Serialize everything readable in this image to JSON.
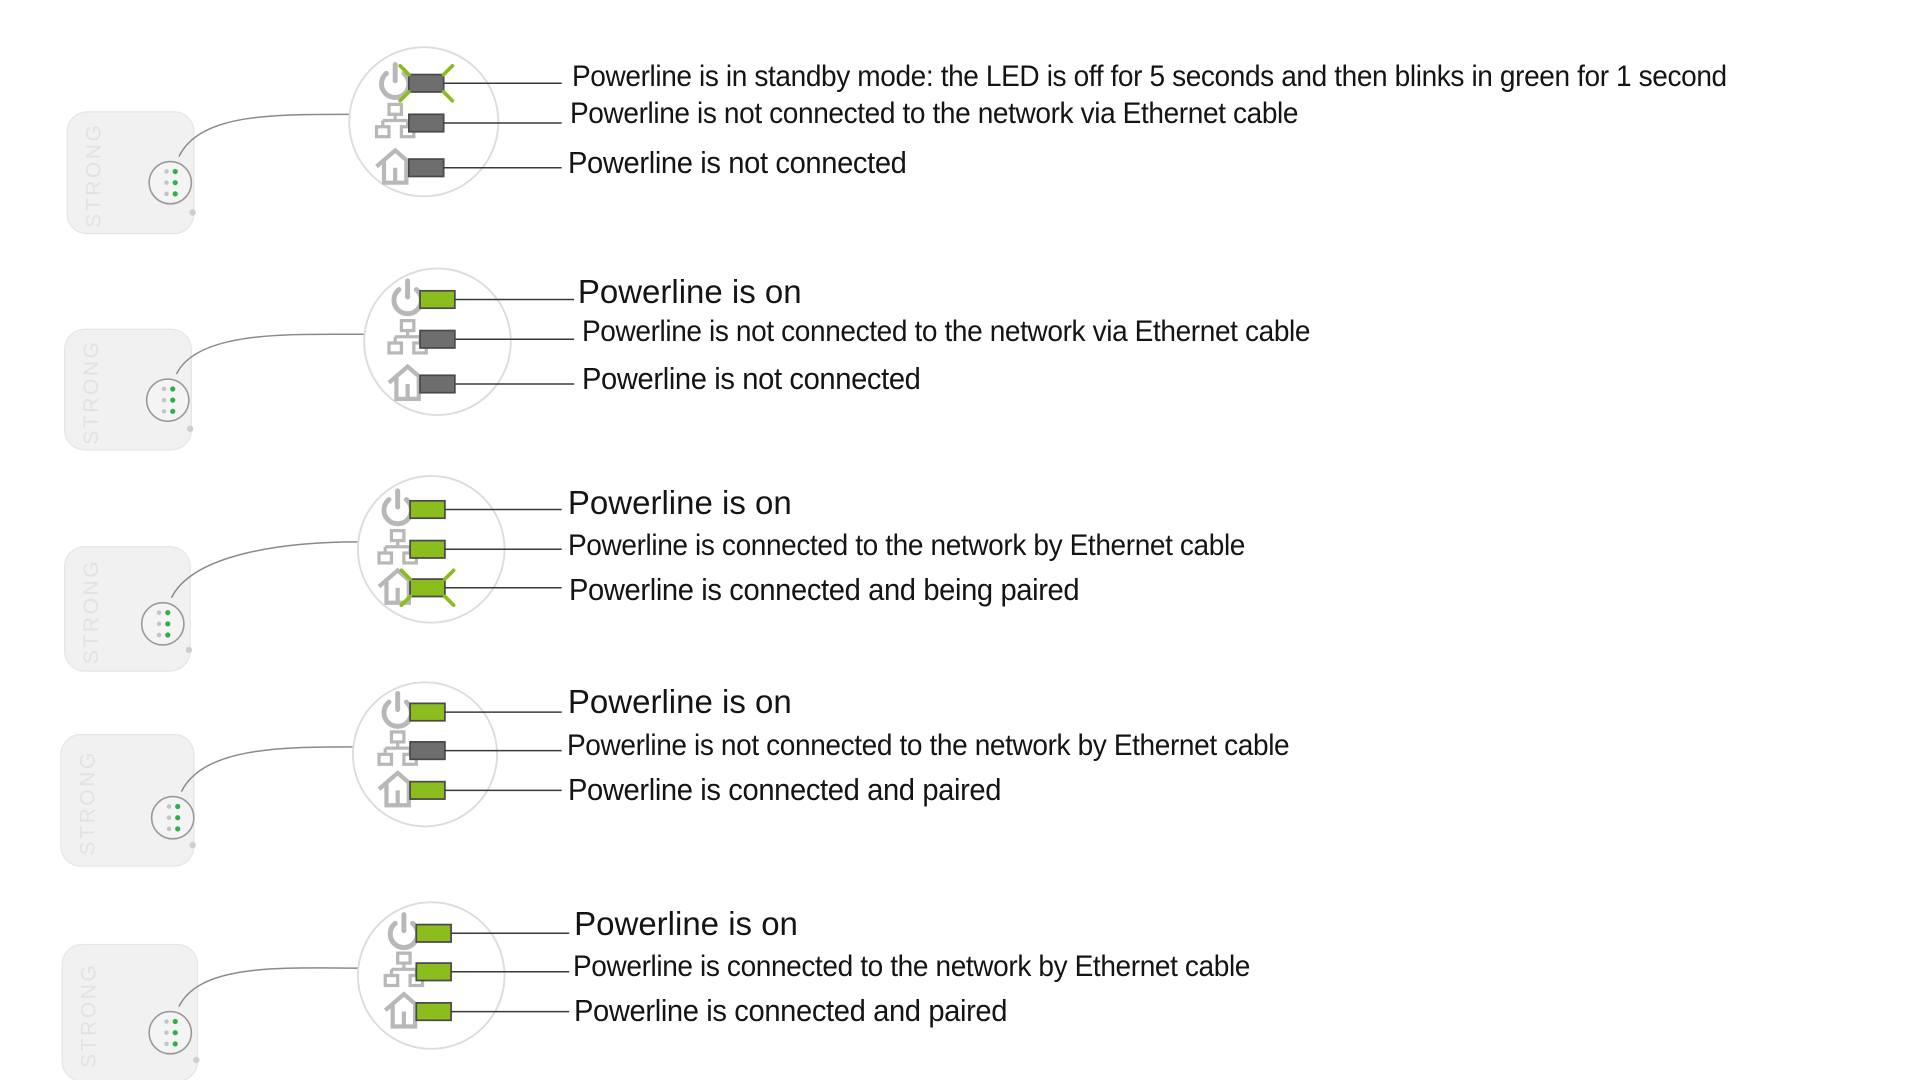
{
  "brand_watermark": "STRONG",
  "colors": {
    "led_on": "#8cbd1e",
    "led_off": "#6e6e6e",
    "icon_gray": "#b8b8b8",
    "circle_stroke": "#dcdcdc",
    "leader_line": "#8a8a8a",
    "device_body": "#f1f1f1",
    "status_dot": "#2fb04a",
    "text": "#141414"
  },
  "icons": [
    "power-icon",
    "network-icon",
    "home-icon"
  ],
  "rows": [
    {
      "leds": [
        {
          "icon": "power-icon",
          "state": "off",
          "blinking": true,
          "label": "Powerline is in standby mode: the LED is off for 5 seconds and then blinks in green for 1 second"
        },
        {
          "icon": "network-icon",
          "state": "off",
          "blinking": false,
          "label": "Powerline is not connected to the network via Ethernet cable"
        },
        {
          "icon": "home-icon",
          "state": "off",
          "blinking": false,
          "label": "Powerline is not connected"
        }
      ]
    },
    {
      "leds": [
        {
          "icon": "power-icon",
          "state": "on",
          "blinking": false,
          "label": "Powerline is on"
        },
        {
          "icon": "network-icon",
          "state": "off",
          "blinking": false,
          "label": "Powerline is not connected to the network via Ethernet cable"
        },
        {
          "icon": "home-icon",
          "state": "off",
          "blinking": false,
          "label": "Powerline is not connected"
        }
      ]
    },
    {
      "leds": [
        {
          "icon": "power-icon",
          "state": "on",
          "blinking": false,
          "label": "Powerline is on"
        },
        {
          "icon": "network-icon",
          "state": "on",
          "blinking": false,
          "label": "Powerline is connected to the network by Ethernet cable"
        },
        {
          "icon": "home-icon",
          "state": "on",
          "blinking": true,
          "label": "Powerline is connected and being paired"
        }
      ]
    },
    {
      "leds": [
        {
          "icon": "power-icon",
          "state": "on",
          "blinking": false,
          "label": "Powerline is on"
        },
        {
          "icon": "network-icon",
          "state": "off",
          "blinking": false,
          "label": "Powerline is not connected to the network by Ethernet cable"
        },
        {
          "icon": "home-icon",
          "state": "on",
          "blinking": false,
          "label": "Powerline is connected and paired"
        }
      ]
    },
    {
      "leds": [
        {
          "icon": "power-icon",
          "state": "on",
          "blinking": false,
          "label": "Powerline is on"
        },
        {
          "icon": "network-icon",
          "state": "on",
          "blinking": false,
          "label": "Powerline is connected to the network by Ethernet cable"
        },
        {
          "icon": "home-icon",
          "state": "on",
          "blinking": false,
          "label": "Powerline is connected and paired"
        }
      ]
    }
  ]
}
